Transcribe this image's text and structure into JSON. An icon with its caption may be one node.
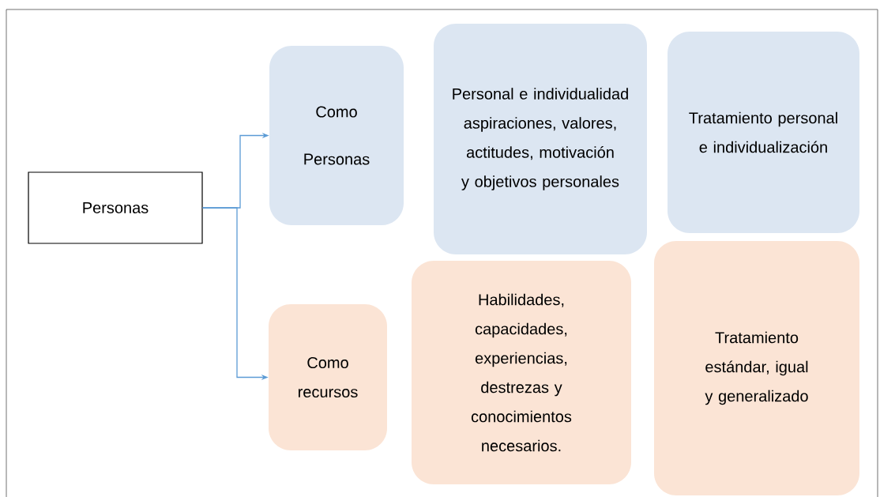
{
  "diagram": {
    "nodes": [
      {
        "text": [
          "Personas"
        ]
      },
      {
        "text": [
          "Como Personas"
        ]
      },
      {
        "text": [
          "Personal e individualidad aspiraciones, valores, actitudes, motivación y objetivos personales"
        ]
      },
      {
        "text": [
          "Tratamiento personal e individualización"
        ]
      },
      {
        "text": [
          "Como recursos"
        ]
      },
      {
        "text": [
          "Habilidades, capacidades, experiencias, destrezas y conocimientos necesarios."
        ]
      },
      {
        "text": [
          "Tratamiento estándar, igual y generalizado"
        ]
      }
    ],
    "edges": [
      {
        "from": 0,
        "to": 1,
        "arrow": "to",
        "color": "#5b9bd5"
      },
      {
        "from": 0,
        "to": 4,
        "arrow": "to",
        "color": "#5b9bd5"
      }
    ]
  }
}
